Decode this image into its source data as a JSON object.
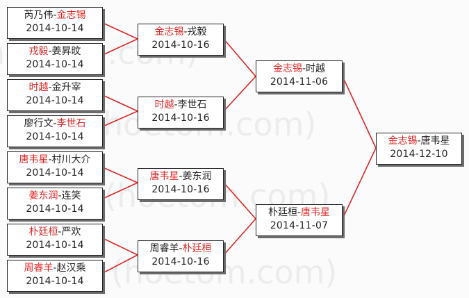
{
  "watermark": "(hoetom.com)",
  "colors": {
    "winner": "#e02424",
    "text": "#222222",
    "line": "#e02424"
  },
  "matches": [
    {
      "id": "r1m1",
      "p1": "芮乃伟",
      "p2": "金志锡",
      "winner": 2,
      "date": "2014-10-14"
    },
    {
      "id": "r1m2",
      "p1": "戎毅",
      "p2": "姜昇旼",
      "winner": 1,
      "date": "2014-10-14"
    },
    {
      "id": "r1m3",
      "p1": "时越",
      "p2": "金升宰",
      "winner": 1,
      "date": "2014-10-14"
    },
    {
      "id": "r1m4",
      "p1": "廖行文",
      "p2": "李世石",
      "winner": 2,
      "date": "2014-10-14"
    },
    {
      "id": "r1m5",
      "p1": "唐韦星",
      "p2": "村川大介",
      "winner": 1,
      "date": "2014-10-14"
    },
    {
      "id": "r1m6",
      "p1": "姜东润",
      "p2": "连笑",
      "winner": 1,
      "date": "2014-10-14"
    },
    {
      "id": "r1m7",
      "p1": "朴廷桓",
      "p2": "严欢",
      "winner": 1,
      "date": "2014-10-14"
    },
    {
      "id": "r1m8",
      "p1": "周睿羊",
      "p2": "赵汉乘",
      "winner": 1,
      "date": "2014-10-14"
    },
    {
      "id": "r2m1",
      "p1": "金志锡",
      "p2": "戎毅",
      "winner": 1,
      "date": "2014-10-16"
    },
    {
      "id": "r2m2",
      "p1": "时越",
      "p2": "李世石",
      "winner": 1,
      "date": "2014-10-16"
    },
    {
      "id": "r2m3",
      "p1": "唐韦星",
      "p2": "姜东润",
      "winner": 1,
      "date": "2014-10-16"
    },
    {
      "id": "r2m4",
      "p1": "周睿羊",
      "p2": "朴廷桓",
      "winner": 2,
      "date": "2014-10-16"
    },
    {
      "id": "r3m1",
      "p1": "金志锡",
      "p2": "时越",
      "winner": 1,
      "date": "2014-11-06"
    },
    {
      "id": "r3m2",
      "p1": "朴廷桓",
      "p2": "唐韦星",
      "winner": 2,
      "date": "2014-11-07"
    },
    {
      "id": "final",
      "p1": "金志锡",
      "p2": "唐韦星",
      "winner": 1,
      "date": "2014-12-10"
    }
  ]
}
